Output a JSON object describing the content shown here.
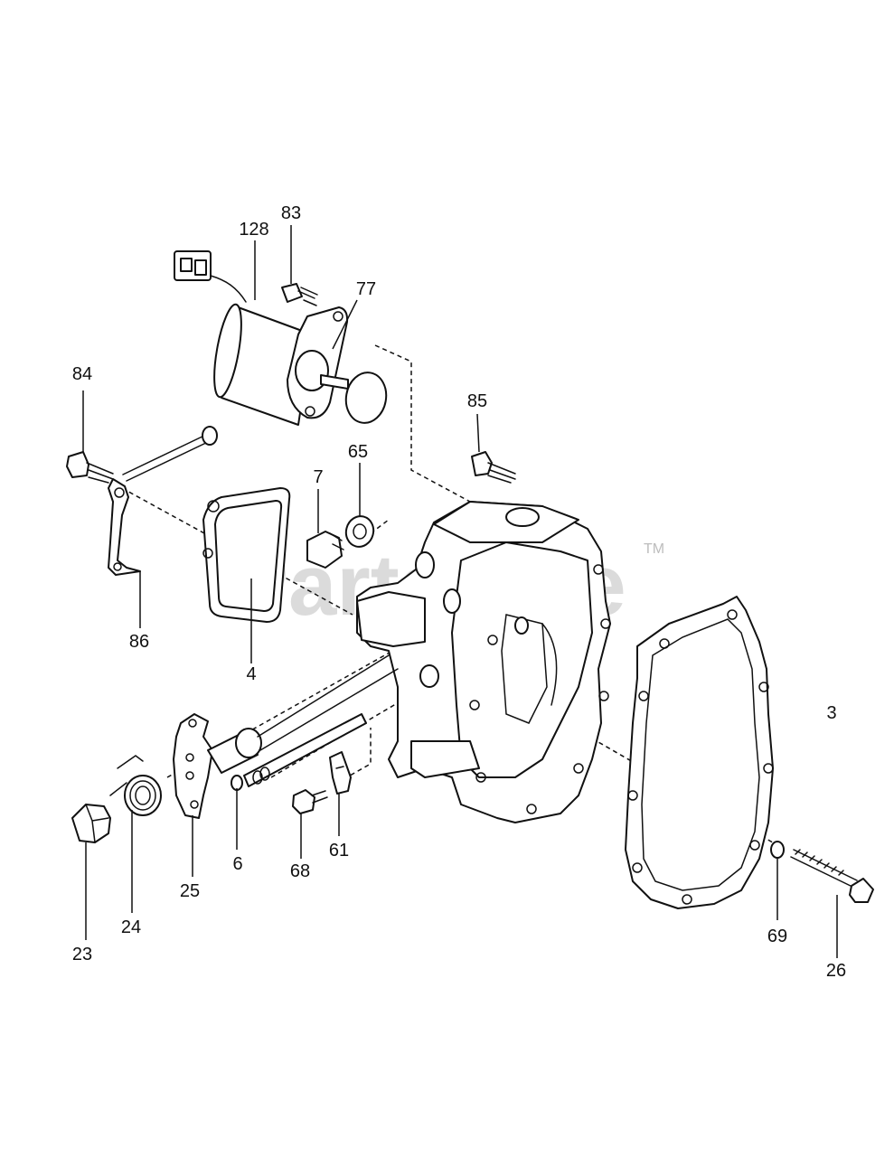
{
  "watermark": {
    "text": "PartsTree",
    "mark": "TM"
  },
  "labels": {
    "p128": "128",
    "p83": "83",
    "p77": "77",
    "p84": "84",
    "p85": "85",
    "p65": "65",
    "p7": "7",
    "p86": "86",
    "p4": "4",
    "p3": "3",
    "p6": "6",
    "p25": "25",
    "p24": "24",
    "p23": "23",
    "p68": "68",
    "p61": "61",
    "p69": "69",
    "p26": "26"
  }
}
